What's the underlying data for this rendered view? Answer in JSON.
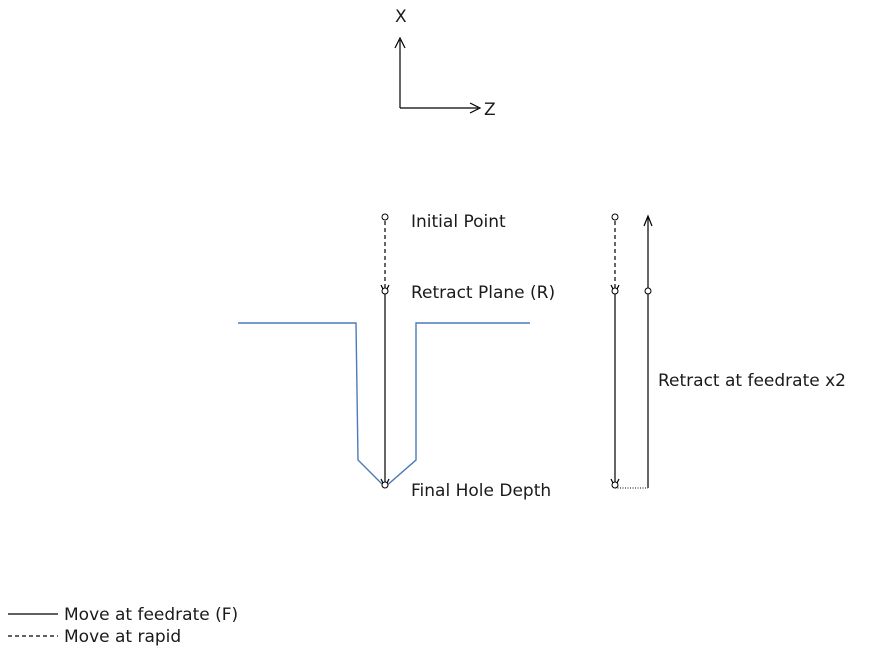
{
  "axes": {
    "x_label": "X",
    "z_label": "Z"
  },
  "labels": {
    "initial_point": "Initial Point",
    "retract_plane": "Retract Plane (R)",
    "final_hole_depth": "Final Hole Depth",
    "retract_feedrate": "Retract at feedrate x2"
  },
  "legend": {
    "feed": "Move at feedrate (F)",
    "rapid": "Move at rapid"
  },
  "colors": {
    "hole_profile": "#4a7ab8",
    "lines": "#000000"
  }
}
